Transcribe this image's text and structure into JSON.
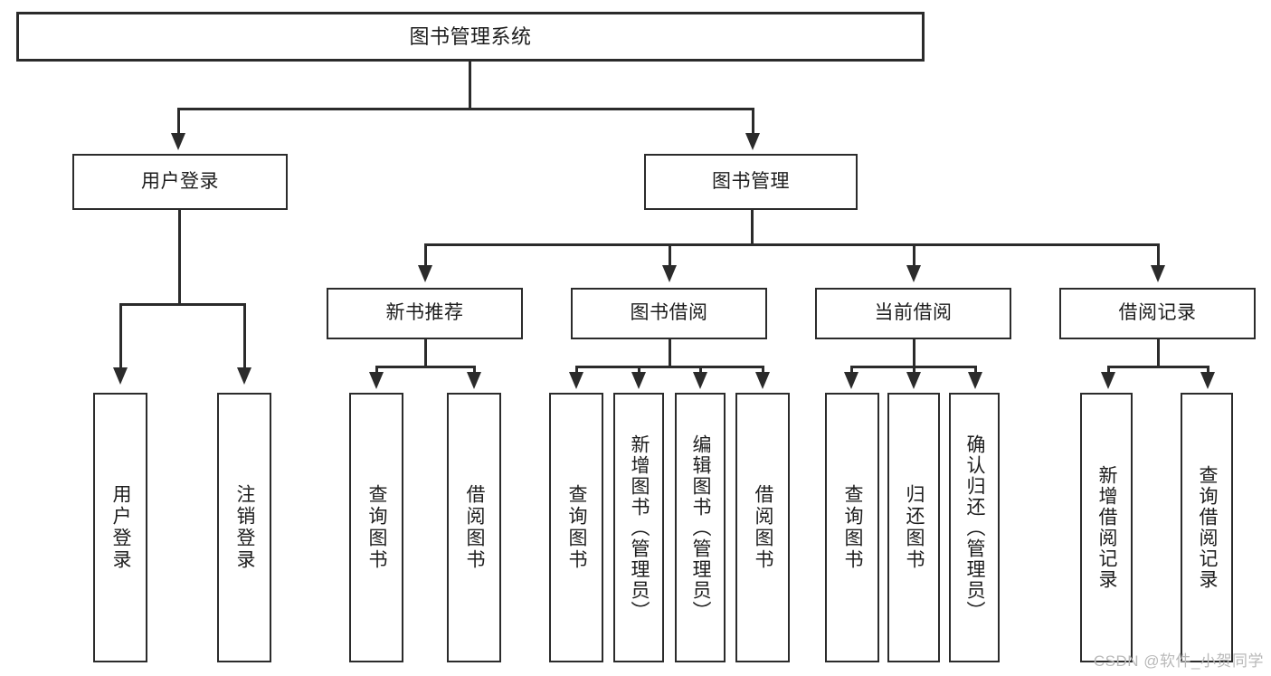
{
  "diagram": {
    "title": "图书管理系统",
    "type": "tree-hierarchy-chart",
    "background": "#ffffff",
    "line_color": "#2b2b2b",
    "text_color": "#1d1d1d"
  },
  "root": {
    "label": "图书管理系统"
  },
  "level2": [
    {
      "label": "用户登录"
    },
    {
      "label": "图书管理"
    }
  ],
  "level3": [
    {
      "label": "新书推荐"
    },
    {
      "label": "图书借阅"
    },
    {
      "label": "当前借阅"
    },
    {
      "label": "借阅记录"
    }
  ],
  "leaves": {
    "user_login": [
      {
        "label": "用户登录"
      },
      {
        "label": "注销登录"
      }
    ],
    "new_book_recommend": [
      {
        "label": "查询图书"
      },
      {
        "label": "借阅图书"
      }
    ],
    "book_borrow": [
      {
        "label": "查询图书"
      },
      {
        "label": "新增图书（管理员）"
      },
      {
        "label": "编辑图书（管理员）"
      },
      {
        "label": "借阅图书"
      }
    ],
    "current_borrow": [
      {
        "label": "查询图书"
      },
      {
        "label": "归还图书"
      },
      {
        "label": "确认归还（管理员）"
      }
    ],
    "borrow_record": [
      {
        "label": "新增借阅记录"
      },
      {
        "label": "查询借阅记录"
      }
    ]
  },
  "watermark": {
    "text": "CSDN @软件_小贺同学"
  }
}
